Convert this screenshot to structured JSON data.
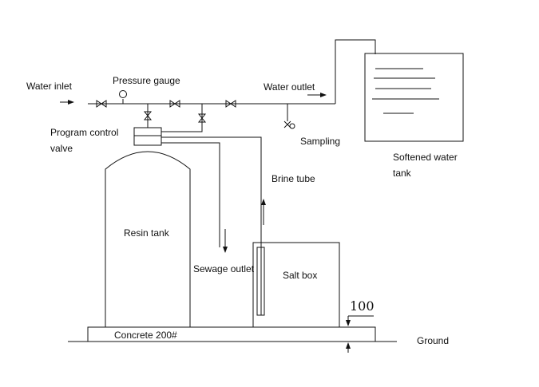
{
  "labels": {
    "water_inlet": "Water inlet",
    "pressure_gauge": "Pressure gauge",
    "water_outlet": "Water outlet",
    "program_control_1": "Program control",
    "program_control_2": "valve",
    "sampling": "Sampling",
    "softened_1": "Softened water",
    "softened_2": "tank",
    "brine_tube": "Brine tube",
    "resin_tank": "Resin tank",
    "sewage_outlet": "Sewage outlet",
    "salt_box": "Salt box",
    "dimension": "100",
    "concrete": "Concrete 200#",
    "ground": "Ground"
  },
  "colors": {
    "line": "#111111",
    "background": "#ffffff"
  }
}
